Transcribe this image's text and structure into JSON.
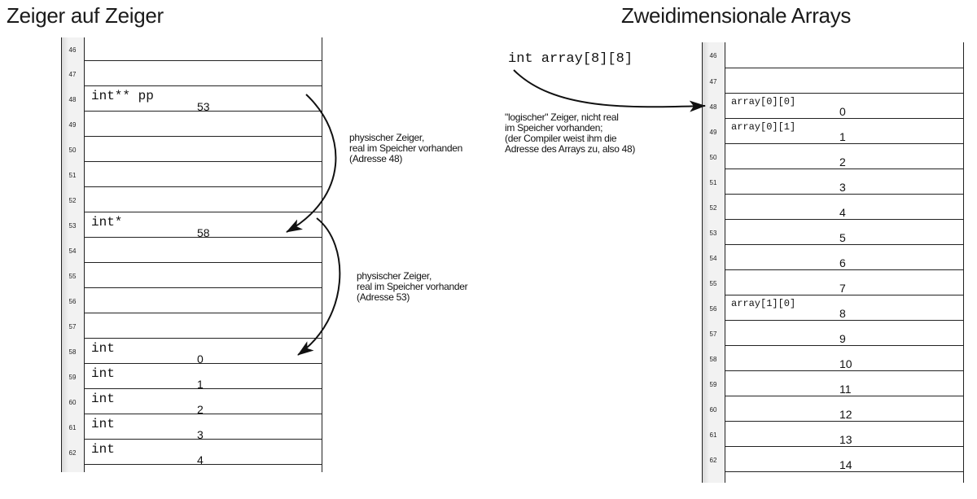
{
  "titles": {
    "left": "Zeiger auf Zeiger",
    "right": "Zweidimensionale Arrays"
  },
  "left_memory": {
    "rows": [
      {
        "addr": "46",
        "label": "",
        "value": ""
      },
      {
        "addr": "47",
        "label": "",
        "value": ""
      },
      {
        "addr": "48",
        "label": "int** pp",
        "value": "53"
      },
      {
        "addr": "49",
        "label": "",
        "value": ""
      },
      {
        "addr": "50",
        "label": "",
        "value": ""
      },
      {
        "addr": "51",
        "label": "",
        "value": ""
      },
      {
        "addr": "52",
        "label": "",
        "value": ""
      },
      {
        "addr": "53",
        "label": "int*",
        "value": "58"
      },
      {
        "addr": "54",
        "label": "",
        "value": ""
      },
      {
        "addr": "55",
        "label": "",
        "value": ""
      },
      {
        "addr": "56",
        "label": "",
        "value": ""
      },
      {
        "addr": "57",
        "label": "",
        "value": ""
      },
      {
        "addr": "58",
        "label": "int",
        "value": "0"
      },
      {
        "addr": "59",
        "label": "int",
        "value": "1"
      },
      {
        "addr": "60",
        "label": "int",
        "value": "2"
      },
      {
        "addr": "61",
        "label": "int",
        "value": "3"
      },
      {
        "addr": "62",
        "label": "int",
        "value": "4"
      }
    ]
  },
  "right_memory": {
    "rows": [
      {
        "addr": "46",
        "label": "",
        "value": ""
      },
      {
        "addr": "47",
        "label": "",
        "value": ""
      },
      {
        "addr": "48",
        "label": "array[0][0]",
        "value": "0"
      },
      {
        "addr": "49",
        "label": "array[0][1]",
        "value": "1"
      },
      {
        "addr": "50",
        "label": "",
        "value": "2"
      },
      {
        "addr": "51",
        "label": "",
        "value": "3"
      },
      {
        "addr": "52",
        "label": "",
        "value": "4"
      },
      {
        "addr": "53",
        "label": "",
        "value": "5"
      },
      {
        "addr": "54",
        "label": "",
        "value": "6"
      },
      {
        "addr": "55",
        "label": "",
        "value": "7"
      },
      {
        "addr": "56",
        "label": "array[1][0]",
        "value": "8"
      },
      {
        "addr": "57",
        "label": "",
        "value": "9"
      },
      {
        "addr": "58",
        "label": "",
        "value": "10"
      },
      {
        "addr": "59",
        "label": "",
        "value": "11"
      },
      {
        "addr": "60",
        "label": "",
        "value": "12"
      },
      {
        "addr": "61",
        "label": "",
        "value": "13"
      },
      {
        "addr": "62",
        "label": "",
        "value": "14"
      }
    ]
  },
  "annotations": {
    "pointer_pp": [
      "physischer Zeiger,",
      "real im Speicher vorhanden",
      "(Adresse 48)"
    ],
    "pointer_p": [
      "physischer Zeiger,",
      "real im Speicher vorhander",
      "(Adresse 53)"
    ],
    "logical_pointer": [
      "\"logischer\" Zeiger, nicht real",
      "im Speicher vorhanden;",
      "(der Compiler weist ihm die",
      "Adresse des Arrays zu, also 48)"
    ]
  },
  "code": {
    "declaration": "int array[8][8]"
  }
}
